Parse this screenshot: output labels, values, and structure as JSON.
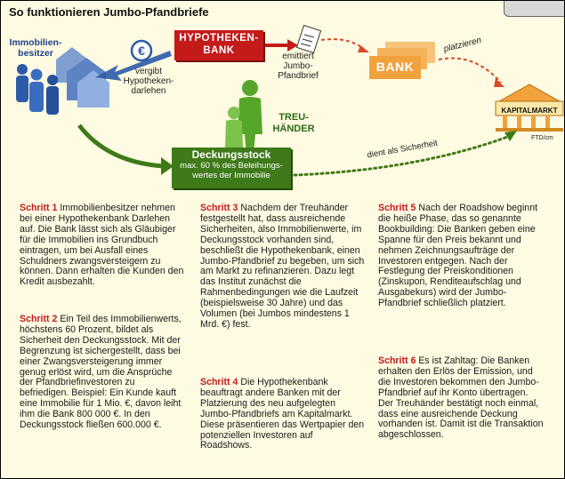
{
  "title": "So funktionieren Jumbo-Pfandbriefe",
  "diagram": {
    "owners_label": "Immobilien-besitzer",
    "hypo_bank_lines": [
      "HYPOTHEKEN-",
      "BANK"
    ],
    "grants_label": "vergibt Hypotheken-darlehen",
    "issues_label": "emittiert Jumbo-Pfandbrief",
    "bank_label": "BANK",
    "place_label": "platzieren",
    "capital_market_label": "KAPITALMARKT",
    "trustee_lines": [
      "TREU-",
      "HÄNDER"
    ],
    "collateral_title": "Deckungsstock",
    "collateral_sub": "max. 60 % des Beleihungs-wertes der Immobilie",
    "collateral_arrow_label": "dient als Sicherheit",
    "source": "FTD/cm",
    "euro_symbol": "€",
    "colors": {
      "hypo_bank": "#c41a1a",
      "collateral": "#3f7a1a",
      "bank": "#f2a23c",
      "owners": "#2c5aa8",
      "trustee": "#56a629"
    }
  },
  "steps": [
    {
      "heading": "Schritt 1",
      "text": "Immobilienbesitzer nehmen bei einer Hypothekenbank Darlehen auf. Die Bank lässt sich als Gläubiger für die Immobilien ins Grundbuch eintragen, um bei Ausfall eines Schuldners zwangsversteigern zu können. Dann erhalten die Kunden den Kredit ausbezahlt."
    },
    {
      "heading": "Schritt 2",
      "text": "Ein Teil des Immobilienwerts, höchstens 60 Prozent, bildet als Sicherheit den Deckungsstock. Mit der Begrenzung ist sichergestellt, dass bei einer Zwangsversteigerung immer genug erlöst wird, um die Ansprüche der Pfandbriefinvestoren zu befriedigen. Beispiel: Ein Kunde kauft eine Immobilie für 1 Mio. €, davon leiht ihm die Bank 800 000 €. In den Deckungsstock fließen 600.000 €."
    },
    {
      "heading": "Schritt 3",
      "text": "Nachdem der Treuhänder festgestellt hat, dass ausreichende Sicherheiten, also Immobilienwerte, im Deckungsstock vorhanden sind, beschließt die Hypothekenbank, einen Jumbo-Pfandbrief zu begeben, um sich am Markt zu refinanzieren. Dazu legt das Institut zunächst die Rahmenbedingungen wie die Laufzeit (beispielsweise 30 Jahre) und das Volumen (bei Jumbos mindestens 1 Mrd. €) fest."
    },
    {
      "heading": "Schritt 4",
      "text": "Die Hypothekenbank beauftragt andere Banken mit der Platzierung des neu aufgelegten Jumbo-Pfandbriefs am Kapitalmarkt. Diese präsentieren das Wertpapier den potenziellen Investoren auf Roadshows."
    },
    {
      "heading": "Schritt 5",
      "text": "Nach der Roadshow beginnt die heiße Phase, das so genannte Bookbuilding: Die Banken geben eine Spanne für den Preis bekannt und nehmen Zeichnungsaufträge der Investoren entgegen. Nach der Festlegung der Preiskonditionen (Zinskupon, Renditeaufschlag und Ausgabekurs) wird der Jumbo-Pfandbrief schließlich platziert."
    },
    {
      "heading": "Schritt 6",
      "text": "Es ist Zahltag: Die Banken erhalten den Erlös der Emission, und die Investoren bekommen den Jumbo-Pfandbrief auf ihr Konto übertragen. Der Treuhänder bestätigt noch einmal, dass eine ausreichende Deckung vorhanden ist. Damit ist die Transaktion abgeschlossen."
    }
  ]
}
